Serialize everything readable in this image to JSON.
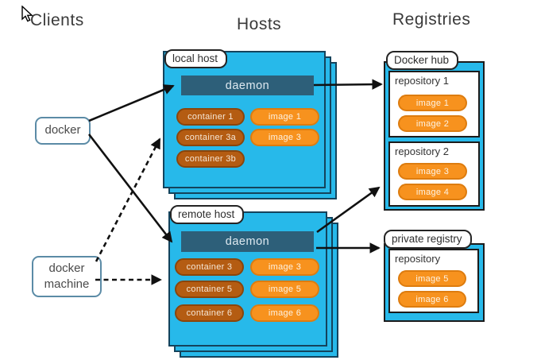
{
  "titles": {
    "clients": "Clients",
    "hosts": "Hosts",
    "registries": "Registries"
  },
  "clients": {
    "docker": "docker",
    "docker_machine": "docker machine"
  },
  "hosts": {
    "local": {
      "label": "local host",
      "daemon": "daemon",
      "containers": [
        "container 1",
        "container 3a",
        "container 3b"
      ],
      "images": [
        "image 1",
        "image 3"
      ]
    },
    "remote": {
      "label": "remote host",
      "daemon": "daemon",
      "containers": [
        "container 3",
        "container 5",
        "container 6"
      ],
      "images": [
        "image 3",
        "image 5",
        "image 6"
      ]
    }
  },
  "registries": {
    "docker_hub": {
      "label": "Docker hub",
      "repos": [
        {
          "name": "repository 1",
          "images": [
            "image 1",
            "image 2"
          ]
        },
        {
          "name": "repository 2",
          "images": [
            "image 3",
            "image 4"
          ]
        }
      ]
    },
    "private": {
      "label": "private registry",
      "repos": [
        {
          "name": "repository",
          "images": [
            "image 5",
            "image 6"
          ]
        }
      ]
    }
  },
  "connections": [
    {
      "from": "docker",
      "to": "local-host-daemon",
      "style": "solid"
    },
    {
      "from": "docker",
      "to": "remote-host-daemon",
      "style": "solid"
    },
    {
      "from": "docker-machine",
      "to": "local-host",
      "style": "dashed"
    },
    {
      "from": "docker-machine",
      "to": "remote-host",
      "style": "dashed"
    },
    {
      "from": "local-host-daemon",
      "to": "repository 1",
      "style": "solid"
    },
    {
      "from": "remote-host-daemon",
      "to": "repository 2",
      "style": "solid"
    },
    {
      "from": "remote-host-daemon",
      "to": "private registry",
      "style": "solid"
    }
  ],
  "colors": {
    "host_fill": "#27b9ea",
    "host_border": "#14435c",
    "daemon_fill": "#2d5f79",
    "container_fill": "#b45c12",
    "image_fill": "#f7921e",
    "arrow": "#111111"
  }
}
